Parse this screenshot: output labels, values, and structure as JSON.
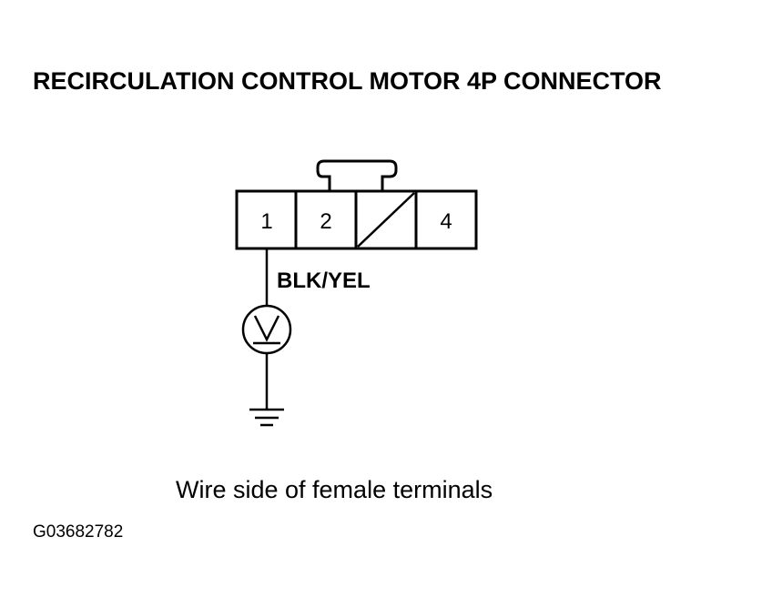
{
  "title": "RECIRCULATION CONTROL MOTOR 4P CONNECTOR",
  "connector": {
    "terminals": [
      {
        "label": "1",
        "empty": false
      },
      {
        "label": "2",
        "empty": false
      },
      {
        "label": "",
        "empty": true
      },
      {
        "label": "4",
        "empty": false
      }
    ]
  },
  "wire": {
    "color_label": "BLK/YEL"
  },
  "meter": {
    "symbol": "V"
  },
  "caption": "Wire side of female terminals",
  "figure_id": "G03682782",
  "colors": {
    "ink": "#000000",
    "background": "#ffffff"
  }
}
